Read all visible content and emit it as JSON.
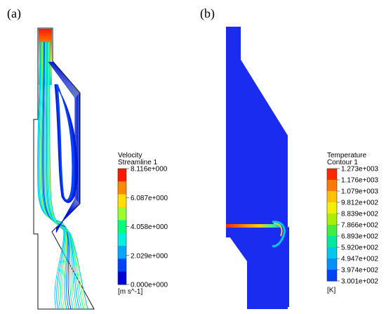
{
  "panels": {
    "a": {
      "label": "(a)",
      "legend": {
        "title": "Velocity",
        "subtitle": "Streamline 1",
        "ticks": [
          "8.116e+000",
          "6.087e+000",
          "4.058e+000",
          "2.029e+000",
          "0.000e+000"
        ],
        "unit": "[m s^-1]",
        "colors": [
          "#ff1a00",
          "#ff8a00",
          "#ffe000",
          "#9cff2a",
          "#00ff7a",
          "#00f0e0",
          "#00a8ff",
          "#0040ff",
          "#0000d8"
        ]
      }
    },
    "b": {
      "label": "(b)",
      "legend": {
        "title": "Temperature",
        "subtitle": "Contour 1",
        "ticks": [
          "1.273e+003",
          "1.176e+003",
          "1.079e+003",
          "9.812e+002",
          "8.839e+002",
          "7.866e+002",
          "6.893e+002",
          "5.920e+002",
          "4.947e+002",
          "3.974e+002",
          "3.001e+002"
        ],
        "unit": "[K]",
        "colors": [
          "#ff2a00",
          "#ff7a00",
          "#ffc000",
          "#f0f000",
          "#a8f000",
          "#40f040",
          "#00e8a0",
          "#00c8e8",
          "#0090ff",
          "#0040ff"
        ]
      }
    }
  },
  "colors": {
    "domain_blue": "#1a2cf0",
    "inlet_red": "#ff2000"
  }
}
